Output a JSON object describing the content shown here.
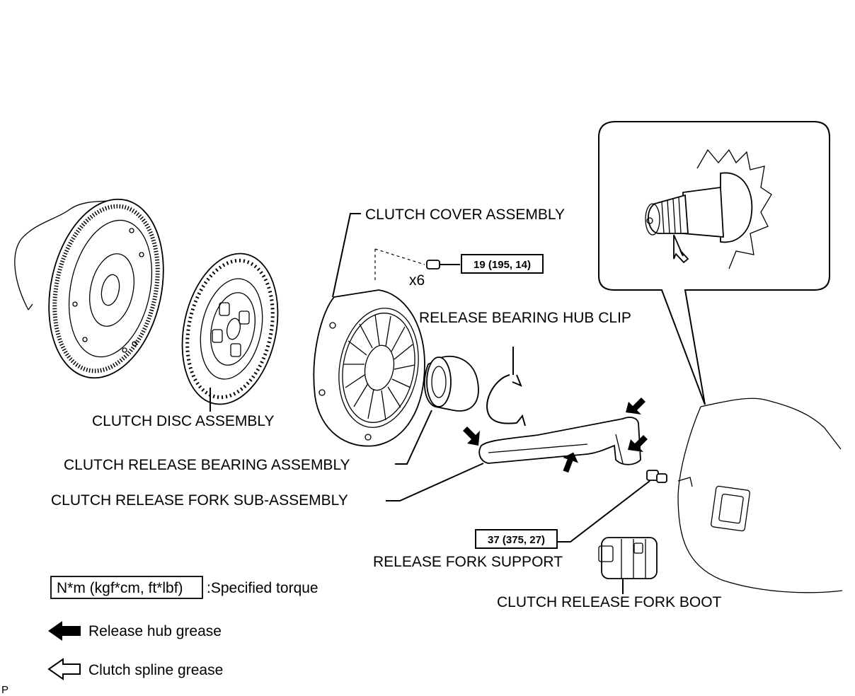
{
  "labels": {
    "clutch_cover_assembly": "CLUTCH COVER ASSEMBLY",
    "release_bearing_hub_clip": "RELEASE BEARING HUB CLIP",
    "clutch_disc_assembly": "CLUTCH DISC ASSEMBLY",
    "clutch_release_bearing_assembly": "CLUTCH RELEASE BEARING ASSEMBLY",
    "clutch_release_fork_sub_assembly": "CLUTCH RELEASE FORK SUB-ASSEMBLY",
    "release_fork_support": "RELEASE FORK SUPPORT",
    "clutch_release_fork_boot": "CLUTCH RELEASE FORK BOOT"
  },
  "torque": {
    "cover_bolt": "19 (195, 14)",
    "cover_bolt_qty": "x6",
    "fork_support": "37 (375, 27)"
  },
  "legend": {
    "torque_box": "N*m (kgf*cm, ft*lbf)",
    "torque_text": ":Specified torque",
    "release_hub_grease": "Release hub grease",
    "clutch_spline_grease": "Clutch spline grease"
  },
  "corner_mark": "P"
}
